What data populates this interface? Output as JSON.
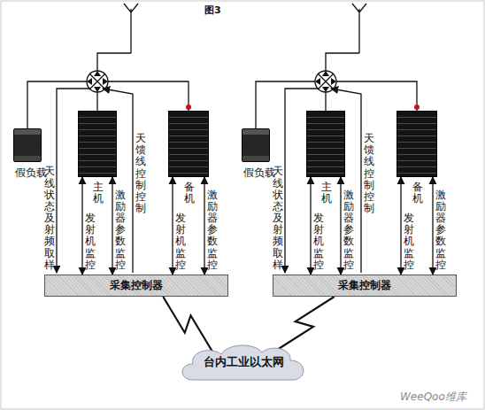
{
  "diagram": {
    "title": "图3",
    "nodes": [
      {
        "text": [
          "假负载"
        ]
      },
      {
        "text": [
          "主机"
        ]
      },
      {
        "text": [
          "备机"
        ]
      },
      {
        "text": [
          "采集控制器"
        ]
      },
      {
        "text": [
          "假负载"
        ]
      },
      {
        "text": [
          "主机"
        ]
      },
      {
        "text": [
          "备机"
        ]
      },
      {
        "text": [
          "采集控制器"
        ]
      },
      {
        "text": [
          "台内工业以太网"
        ]
      }
    ],
    "edges": [
      {
        "from": 3,
        "to": 1,
        "arrow": "both",
        "label": "发射机监控"
      },
      {
        "from": 3,
        "to": 1,
        "arrow": "both",
        "label": "激励器参数监控"
      },
      {
        "from": 3,
        "to": 2,
        "arrow": "both",
        "label": "发射机监控"
      },
      {
        "from": 3,
        "to": 2,
        "arrow": "both",
        "label": "激励器参数监控"
      },
      {
        "from": 7,
        "to": 5,
        "arrow": "both",
        "label": "发射机监控"
      },
      {
        "from": 7,
        "to": 5,
        "arrow": "both",
        "label": "激励器参数监控"
      },
      {
        "from": 7,
        "to": 6,
        "arrow": "both",
        "label": "发射机监控"
      },
      {
        "from": 7,
        "to": 6,
        "arrow": "both",
        "label": "激励器参数监控"
      },
      {
        "from": 3,
        "to": 8,
        "arrow": "none"
      },
      {
        "from": 7,
        "to": 8,
        "arrow": "none"
      }
    ],
    "labels": [
      "天线状态及射频取样",
      "天馈线控制控制",
      "天线状态及射频取样",
      "天馈线控制控制",
      "WeeQoo维库"
    ]
  }
}
